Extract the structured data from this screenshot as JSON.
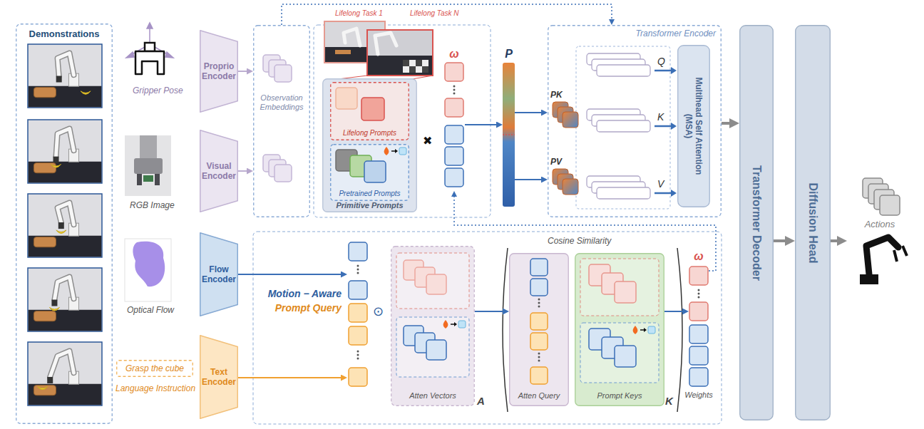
{
  "diagram": {
    "nodes": [
      {
        "text": [
          "Demonstrations"
        ]
      },
      {
        "text": [
          "Proprio Encoder"
        ]
      },
      {
        "text": [
          "Visual Encoder"
        ]
      },
      {
        "text": [
          "Flow Encoder"
        ]
      },
      {
        "text": [
          "Grasp the cube"
        ]
      },
      {
        "text": [
          "Text Encoder"
        ]
      },
      {
        "text": [
          "Observation Embeddings"
        ]
      },
      {
        "text": [
          "Primitive Prompts"
        ]
      },
      {
        "text": [
          "Lifelong Prompts"
        ],
        "in": 7
      },
      {
        "text": [
          "Pretrained Prompts"
        ],
        "in": 7
      },
      {
        "text": [
          "ω"
        ]
      },
      {
        "text": [
          "P"
        ]
      },
      {
        "text": [
          "Transformer Encoder"
        ]
      },
      {
        "text": [
          "Multihead Self Attention (MSA)"
        ],
        "in": 12
      },
      {
        "text": [
          "Transformer Decoder"
        ]
      },
      {
        "text": [
          "Diffusion Head"
        ]
      },
      {
        "text": [
          "Actions"
        ]
      },
      {
        "text": [
          "Motion − Aware",
          "Prompt Query"
        ]
      },
      {
        "text": [
          "Atten Vectors",
          "A"
        ]
      },
      {
        "text": [
          "Atten Query"
        ]
      },
      {
        "text": [
          "Prompt Keys",
          "K"
        ]
      },
      {
        "text": [
          "ω",
          "Weights"
        ]
      }
    ],
    "edges": [
      {
        "from": 1,
        "to": 6,
        "arrow": "to"
      },
      {
        "from": 2,
        "to": 6,
        "arrow": "to"
      },
      {
        "from": 3,
        "to": 17,
        "arrow": "to"
      },
      {
        "from": 5,
        "to": 17,
        "arrow": "to"
      },
      {
        "from": 18,
        "to": 19,
        "arrow": "to"
      },
      {
        "from": 20,
        "to": 21,
        "arrow": "to"
      },
      {
        "from": 21,
        "to": 10,
        "arrow": "to"
      },
      {
        "from": 10,
        "to": 11,
        "arrow": "to"
      },
      {
        "from": 11,
        "to": 12,
        "arrow": "to"
      },
      {
        "from": 11,
        "to": 12,
        "arrow": "to"
      },
      {
        "from": 12,
        "to": 14,
        "arrow": "to"
      },
      {
        "from": 14,
        "to": 15,
        "arrow": "to"
      },
      {
        "from": 15,
        "to": 16,
        "arrow": "to"
      },
      {
        "from": 6,
        "to": 12,
        "arrow": "to"
      }
    ],
    "labels": [
      "Gripper Pose",
      "RGB Image",
      "Optical Flow",
      "Language Instruction",
      "Lifelong Task 1",
      "Lifelong Task N",
      "✖",
      "PK",
      "PV",
      "Q",
      "K",
      "V",
      "⊙",
      "Cosine Similarity"
    ]
  }
}
